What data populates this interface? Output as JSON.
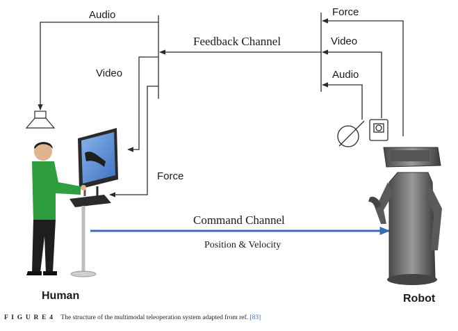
{
  "diagram": {
    "labels": {
      "audio_left": "Audio",
      "video_left": "Video",
      "force_left": "Force",
      "force_right": "Force",
      "video_right": "Video",
      "audio_right": "Audio",
      "feedback_channel": "Feedback Channel",
      "command_channel": "Command Channel",
      "command_sub": "Position & Velocity",
      "human": "Human",
      "robot": "Robot"
    },
    "colors": {
      "command_arrow": "#3a6bb5",
      "human_shirt": "#2e9e3e",
      "robot_body": "#6f6f6f",
      "screen": "#5b8fd6"
    },
    "icons": [
      "speaker-icon",
      "monitor-icon",
      "haptic-device-icon",
      "microphone-icon",
      "camera-icon"
    ]
  },
  "caption": {
    "figure_label": "F I G U R E 4",
    "text": "The structure of the multimodal teleoperation system adapted from ref.",
    "reference": "[83]"
  }
}
